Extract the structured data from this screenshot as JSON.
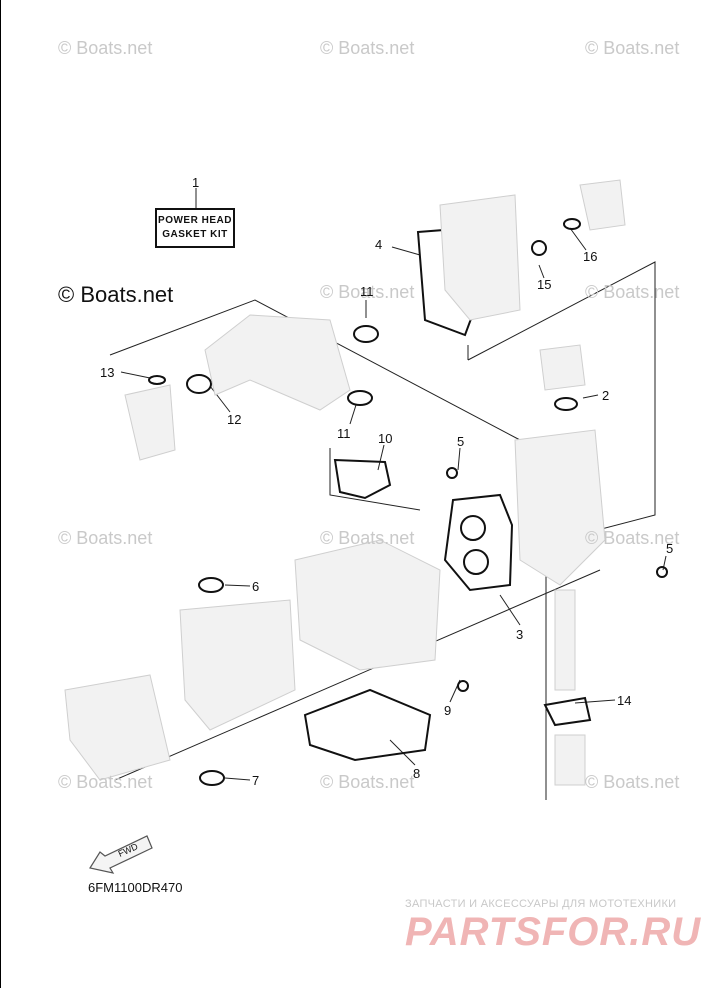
{
  "watermark": "© Boats.net",
  "kit_label": {
    "line1": "POWER HEAD",
    "line2": "GASKET KIT"
  },
  "callouts": {
    "c1": "1",
    "c2": "2",
    "c3": "3",
    "c4": "4",
    "c5a": "5",
    "c5b": "5",
    "c6": "6",
    "c7": "7",
    "c8": "8",
    "c9": "9",
    "c10": "10",
    "c11a": "11",
    "c11b": "11",
    "c12": "12",
    "c13": "13",
    "c14": "14",
    "c15": "15",
    "c16": "16"
  },
  "fwd_label": "FWD",
  "diagram_code": "6FM1100DR470",
  "brand": {
    "tagline": "ЗАПЧАСТИ И АКСЕССУАРЫ ДЛЯ МОТОТЕХНИКИ",
    "logo": "PARTSFOR.RU"
  }
}
